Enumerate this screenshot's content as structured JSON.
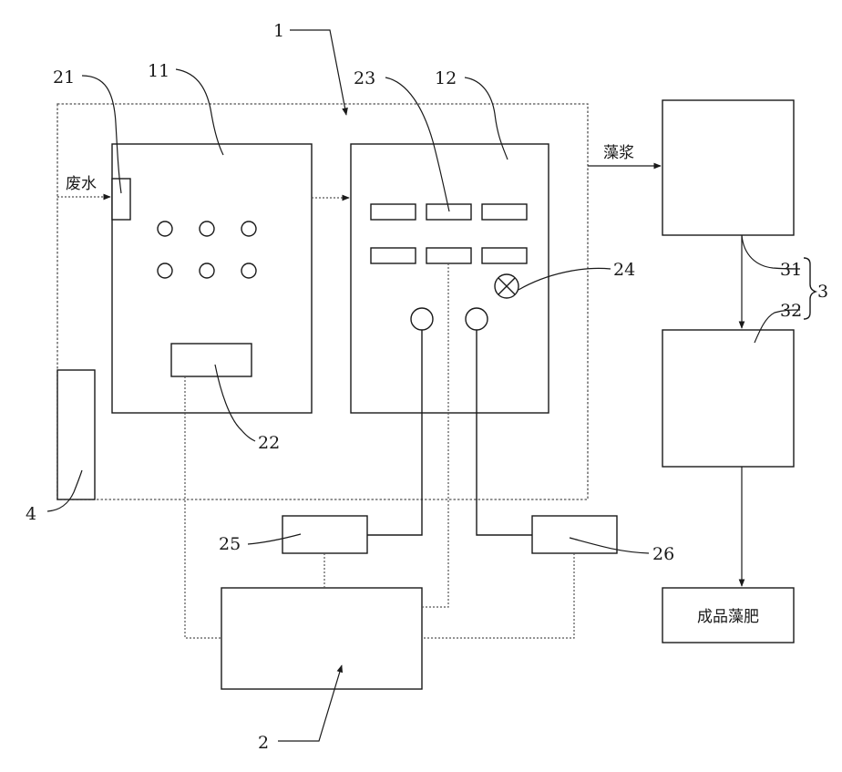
{
  "labels": {
    "n1": "1",
    "n11": "11",
    "n12": "12",
    "n21": "21",
    "n22": "22",
    "n23": "23",
    "n24": "24",
    "n25": "25",
    "n26": "26",
    "n2": "2",
    "n3": "3",
    "n31": "31",
    "n32": "32",
    "n4": "4"
  },
  "text": {
    "wastewater": "废水",
    "algae_slurry": "藻浆",
    "finished_algae_fertilizer": "成品藻肥"
  }
}
